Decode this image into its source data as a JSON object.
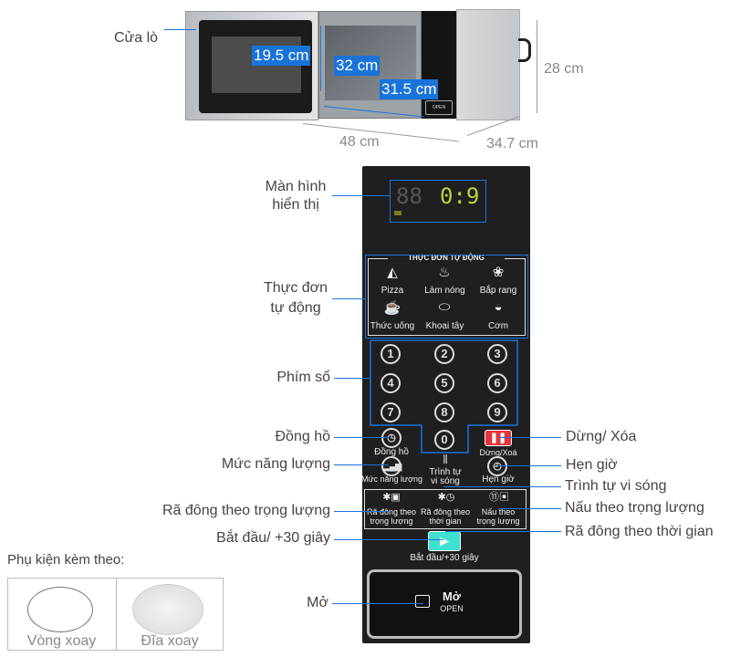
{
  "top": {
    "door_label": "Cửa lò",
    "dims": {
      "height_inner": "19.5 cm",
      "width_inner": "32 cm",
      "depth_inner": "31.5 cm",
      "height": "28 cm",
      "width": "48 cm",
      "depth": "34.7 cm"
    },
    "open_button_mini": "OPEN"
  },
  "panel": {
    "display": {
      "left": "88",
      "right": "0:9"
    },
    "menu_title": "THỰC ĐƠN TỰ ĐỘNG",
    "menu_items": [
      "Pizza",
      "Làm nóng",
      "Bắp rang",
      "Thức uống",
      "Khoai tây",
      "Cơm"
    ],
    "numbers": [
      "1",
      "2",
      "3",
      "4",
      "5",
      "6",
      "7",
      "8",
      "9",
      "0"
    ],
    "clock": "Đồng hồ",
    "stop": "Dừng/Xoá",
    "power": "Mức năng lượng",
    "micro_seq": [
      "Trình tự",
      "vi sóng"
    ],
    "timer": "Hẹn giờ",
    "defrost_weight": [
      "Rã đông theo",
      "trọng lượng"
    ],
    "defrost_time": [
      "Rã đông theo",
      "thời gian"
    ],
    "cook_weight": [
      "Nấu theo",
      "trọng lượng"
    ],
    "start": "Bắt đầu/+30 giây",
    "open_main": "Mở",
    "open_sub": "OPEN"
  },
  "callouts": {
    "display": [
      "Màn hình",
      "hiển thị"
    ],
    "auto_menu": [
      "Thực đơn",
      "tự động"
    ],
    "number_keys": "Phím số",
    "clock": "Đồng hồ",
    "power": "Mức năng lượng",
    "defrost_weight": "Rã đông theo trọng lượng",
    "start": "Bắt đầu/ +30 giây",
    "open": "Mở",
    "stop": "Dừng/ Xóa",
    "timer": "Hẹn giờ",
    "micro_seq": "Trình tự vi sóng",
    "cook_weight": "Nấu theo trọng lượng",
    "defrost_time": "Rã đông theo thời gian"
  },
  "accessories": {
    "title": "Phụ kiện kèm theo:",
    "items": [
      "Vòng xoay",
      "Đĩa xoay"
    ]
  }
}
